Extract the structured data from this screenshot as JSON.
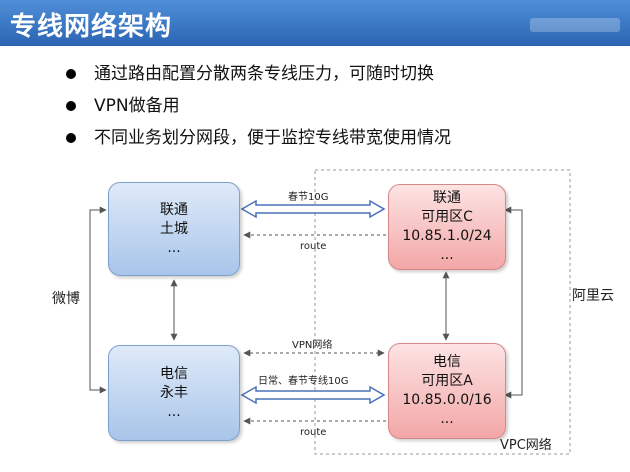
{
  "header": {
    "title": "专线网络架构"
  },
  "bullets": [
    "通过路由配置分散两条专线压力，可随时切换",
    "VPN做备用",
    "不同业务划分网段，便于监控专线带宽使用情况"
  ],
  "nodes": {
    "unicom_tucheng": {
      "line1": "联通",
      "line2": "土城",
      "line3": "..."
    },
    "telecom_yongfeng": {
      "line1": "电信",
      "line2": "永丰",
      "line3": "..."
    },
    "unicom_zone_c": {
      "line1": "联通",
      "line2": "可用区C",
      "line3": "10.85.1.0/24",
      "line4": "..."
    },
    "telecom_zone_a": {
      "line1": "电信",
      "line2": "可用区A",
      "line3": "10.85.0.0/16",
      "line4": "..."
    }
  },
  "links": {
    "top_line": "春节10G",
    "top_route": "route",
    "vpn": "VPN网络",
    "bottom_line": "日常、春节专线10G",
    "bottom_route": "route"
  },
  "labels": {
    "weibo": "微博",
    "aliyun": "阿里云",
    "vpc": "VPC网络"
  },
  "colors": {
    "header": "#2b64b3",
    "blue_box": "#a8c5ea",
    "red_box": "#f3a7a7"
  }
}
